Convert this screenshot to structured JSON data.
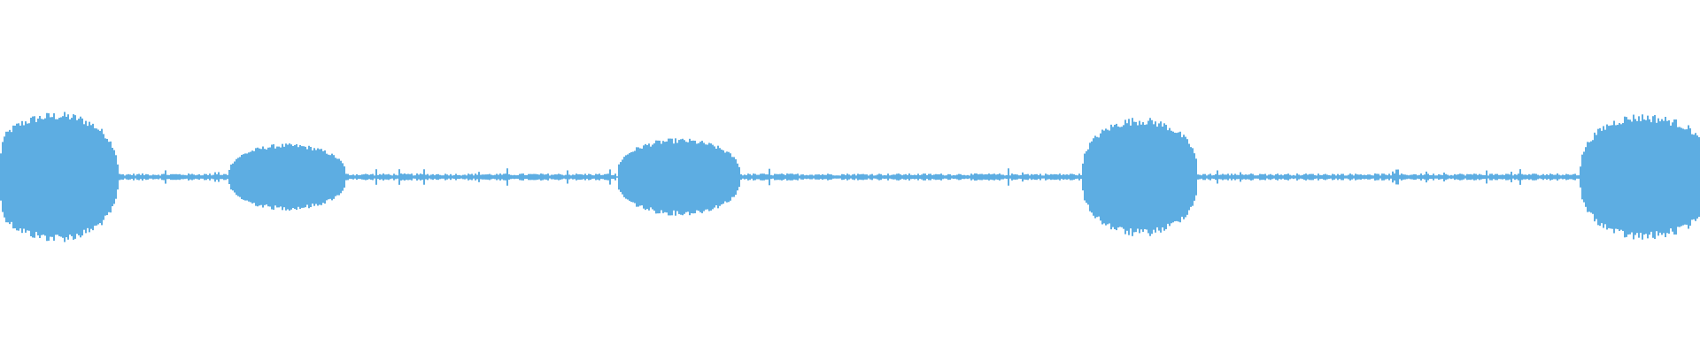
{
  "chart_data": {
    "type": "waveform",
    "title": "",
    "xlabel": "",
    "ylabel": "",
    "ylim": [
      -1,
      1
    ],
    "grid": false,
    "legend": "none",
    "color": "#5dade2",
    "background": "#ffffff",
    "noise_floor_amplitude": 0.02,
    "segments": [
      {
        "start": 0.0,
        "end": 0.069,
        "peak": 0.37,
        "edge_start": 0.14,
        "edge_end": 0.0
      },
      {
        "start": 0.134,
        "end": 0.203,
        "peak": 0.19,
        "edge_start": 0.0,
        "edge_end": 0.0
      },
      {
        "start": 0.3625,
        "end": 0.435,
        "peak": 0.22,
        "edge_start": 0.0,
        "edge_end": 0.0
      },
      {
        "start": 0.636,
        "end": 0.704,
        "peak": 0.34,
        "edge_start": 0.0,
        "edge_end": 0.0
      },
      {
        "start": 0.929,
        "end": 1.0,
        "peak": 0.36,
        "edge_start": 0.0,
        "edge_end": 0.16
      }
    ]
  }
}
